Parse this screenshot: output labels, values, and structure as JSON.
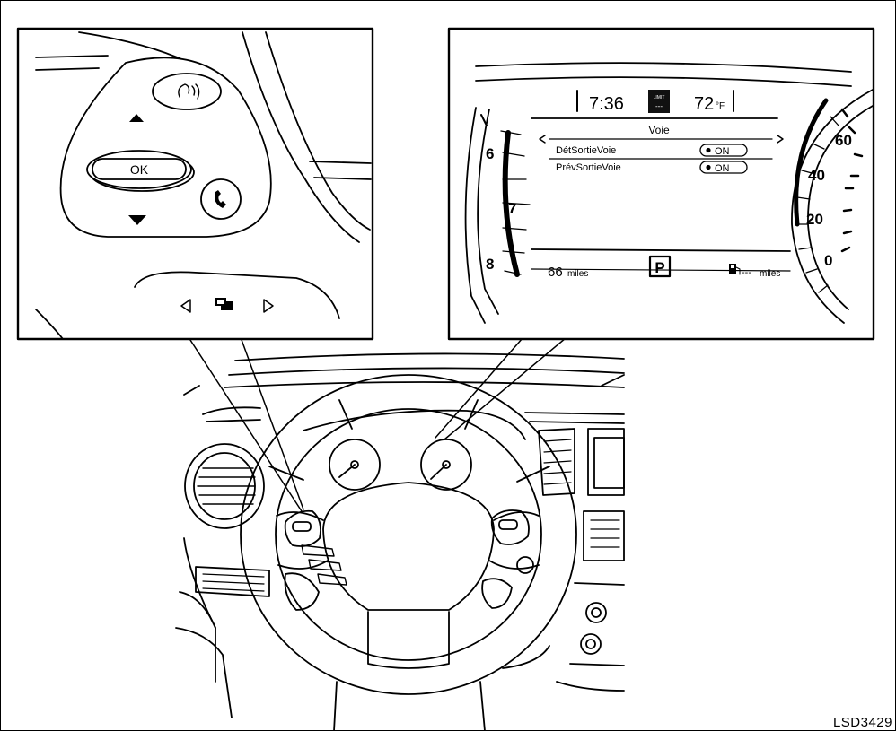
{
  "switch_panel": {
    "ok_label": "OK"
  },
  "cluster": {
    "clock": "7:36",
    "limit_label": "LIMIT",
    "limit_value": "---",
    "temperature": "72",
    "temperature_unit": "°F",
    "menu_title": "Voie",
    "menu_items": [
      {
        "label": "DétSortieVoie",
        "state": "ON"
      },
      {
        "label": "PrévSortieVoie",
        "state": "ON"
      }
    ],
    "tach_numbers": [
      "6",
      "7",
      "8"
    ],
    "speed_numbers": [
      "60",
      "40",
      "20",
      "0"
    ],
    "range_value": "66",
    "range_unit": "miles",
    "gear": "P",
    "fuel_range_value": "---",
    "fuel_range_unit": "miles"
  },
  "figure_id": "LSD3429"
}
